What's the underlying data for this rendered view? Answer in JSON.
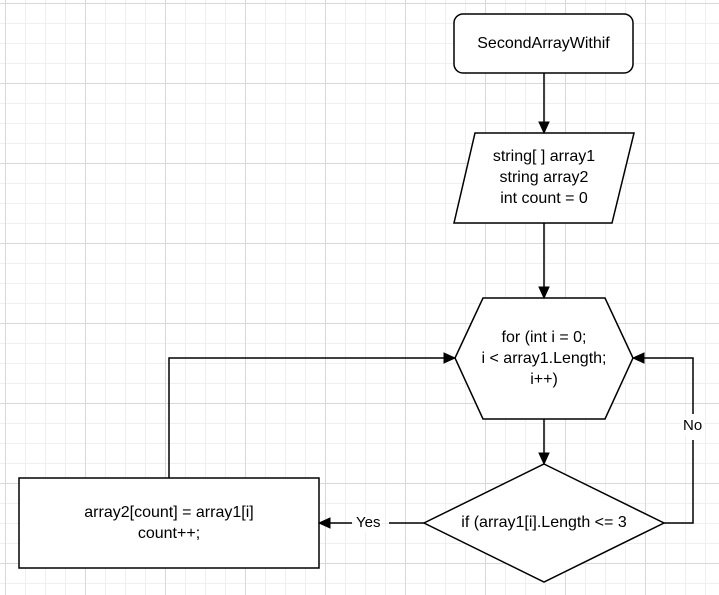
{
  "diagram": {
    "start": {
      "label": "SecondArrayWithif"
    },
    "declare": {
      "lines": [
        "string[ ] array1",
        "string array2",
        "int count = 0"
      ]
    },
    "loop": {
      "lines": [
        "for (int i = 0;",
        "i < array1.Length;",
        "i++)"
      ]
    },
    "condition": {
      "label": "if (array1[i].Length <= 3"
    },
    "action": {
      "lines": [
        "array2[count] = array1[i]",
        "count++;"
      ]
    },
    "edges": {
      "yes": "Yes",
      "no": "No"
    }
  }
}
